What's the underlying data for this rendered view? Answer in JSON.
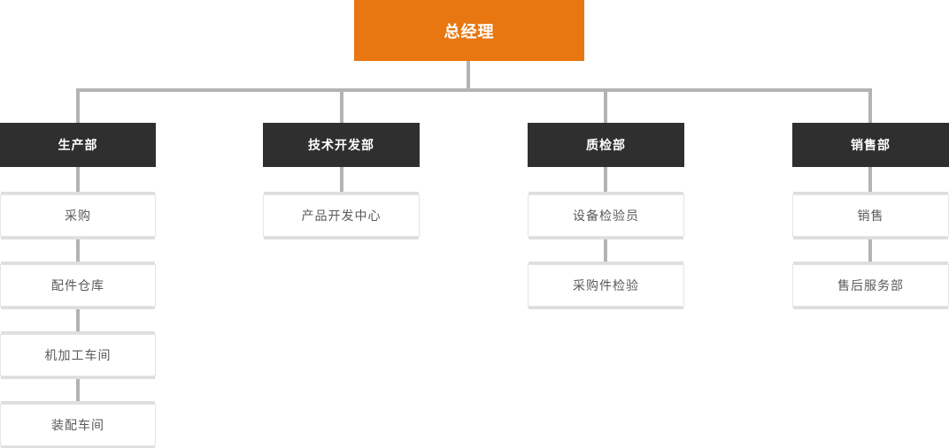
{
  "colors": {
    "root_bg": "#e87711",
    "dept_bg": "#2f2f2f",
    "node_bg": "#ffffff",
    "node_border": "#e5e5e5",
    "node_text": "#595959",
    "connector": "#b3b3b3"
  },
  "org_chart": {
    "root": {
      "label": "总经理"
    },
    "departments": [
      {
        "label": "生产部",
        "children": [
          "采购",
          "配件仓库",
          "机加工车间",
          "装配车间"
        ]
      },
      {
        "label": "技术开发部",
        "children": [
          "产品开发中心"
        ]
      },
      {
        "label": "质检部",
        "children": [
          "设备检验员",
          "采购件检验"
        ]
      },
      {
        "label": "销售部",
        "children": [
          "销售",
          "售后服务部"
        ]
      }
    ]
  }
}
